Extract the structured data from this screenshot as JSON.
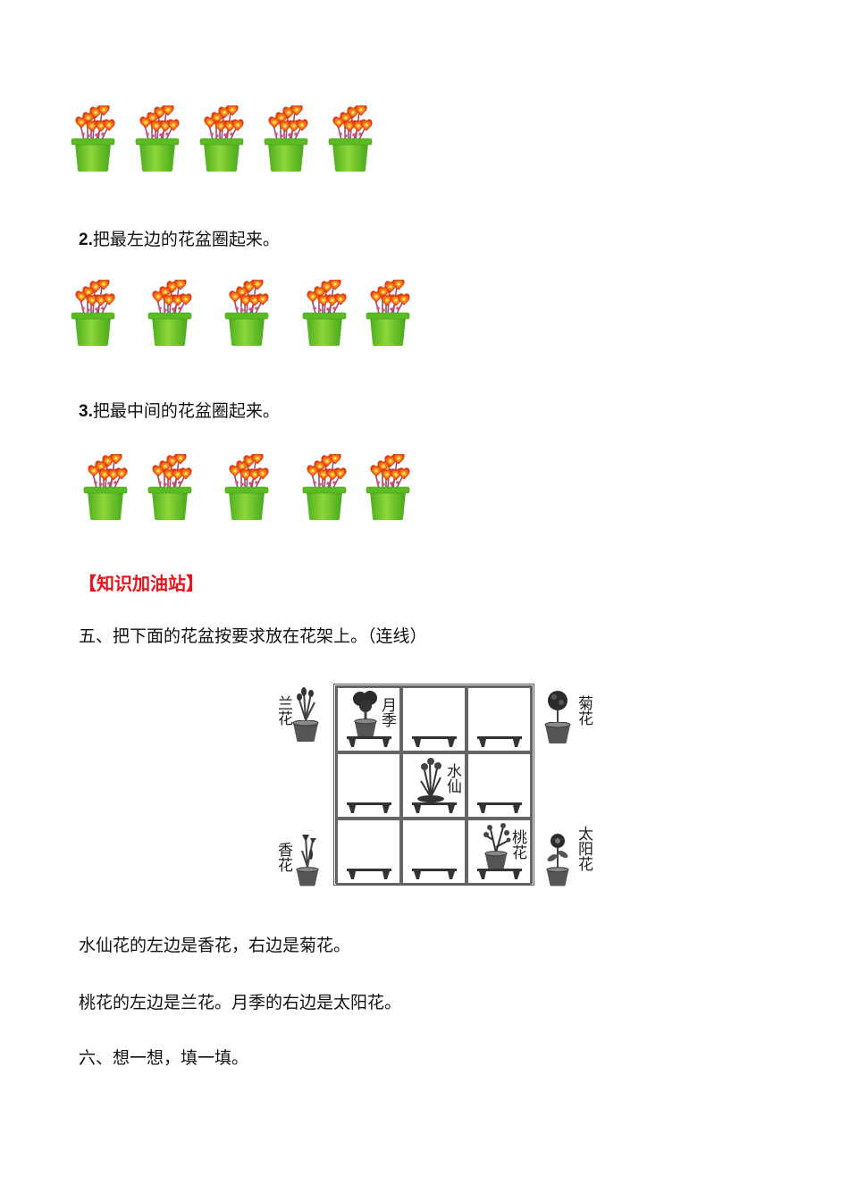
{
  "exercise4": {
    "row1": {
      "pots": 5,
      "item": "flower-pot"
    },
    "q2": {
      "number": "2.",
      "text": "把最左边的花盆圈起来。"
    },
    "row2": {
      "pots": 5,
      "item": "flower-pot"
    },
    "q3": {
      "number": "3.",
      "text": "把最中间的花盆圈起来。"
    },
    "row3": {
      "pots": 5,
      "item": "flower-pot"
    }
  },
  "section": {
    "title": "【知识加油站】",
    "color": "#e8141b"
  },
  "exercise5": {
    "title": "五、把下面的花盆按要求放在花架上。（连线）",
    "figure": {
      "side_plants": {
        "top_left": "兰花",
        "top_right": "菊花",
        "bottom_left": "香花",
        "bottom_right": "太阳花"
      },
      "grid": {
        "rows": 3,
        "cols": 3,
        "placed": [
          {
            "row": 0,
            "col": 0,
            "label": "月季"
          },
          {
            "row": 1,
            "col": 1,
            "label": "水仙"
          },
          {
            "row": 2,
            "col": 2,
            "label": "桃花"
          }
        ]
      }
    },
    "clue1": "水仙花的左边是香花，右边是菊花。",
    "clue2": "桃花的左边是兰花。月季的右边是太阳花。"
  },
  "exercise6": {
    "title": "六、想一想，填一填。"
  }
}
